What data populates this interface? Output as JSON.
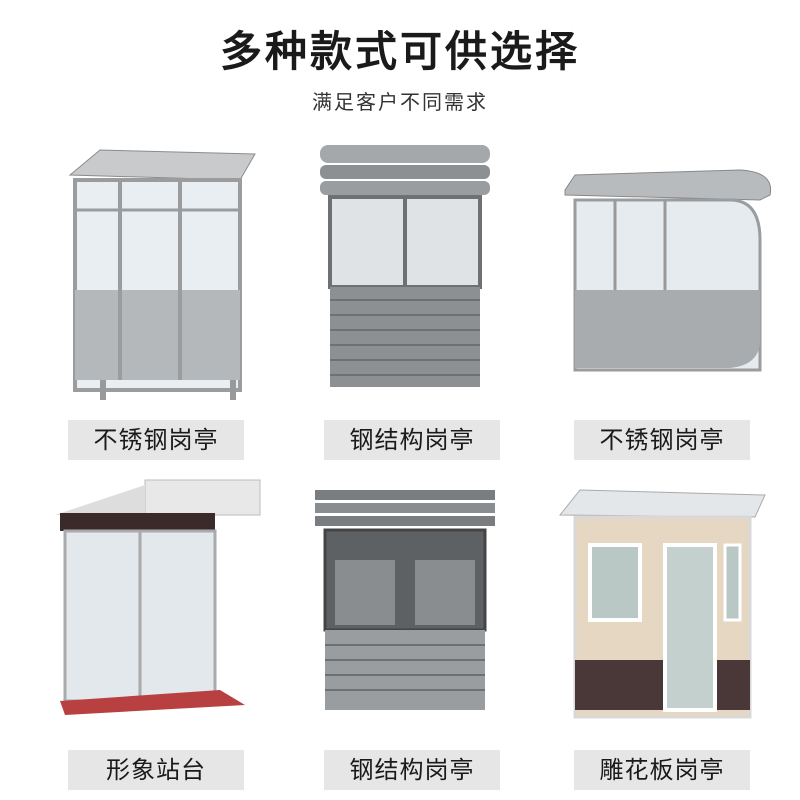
{
  "title": "多种款式可供选择",
  "subtitle": "满足客户不同需求",
  "products": [
    {
      "label": "不锈钢岗亭",
      "icon": "stainless-steel-booth"
    },
    {
      "label": "钢结构岗亭",
      "icon": "steel-structure-booth"
    },
    {
      "label": "不锈钢岗亭",
      "icon": "rounded-stainless-booth"
    },
    {
      "label": "形象站台",
      "icon": "image-platform"
    },
    {
      "label": "钢结构岗亭",
      "icon": "louvered-steel-booth"
    },
    {
      "label": "雕花板岗亭",
      "icon": "carved-panel-booth"
    }
  ]
}
